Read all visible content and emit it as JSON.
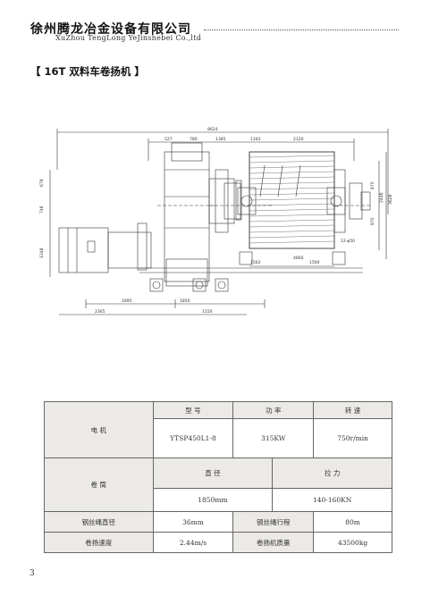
{
  "header": {
    "company_cn": "徐州腾龙冶金设备有限公司",
    "company_en": "XuZhou TengLong YeJinshebei Co.,ltd"
  },
  "section": {
    "title": "【 16T 双料车卷扬机 】"
  },
  "drawing": {
    "dims": {
      "overall": "8624",
      "d527": "527",
      "d780": "780",
      "d1385": "1385",
      "d1342": "1342",
      "d2120": "2120",
      "d4660": "4660",
      "d1562": "1562",
      "d1560": "1560",
      "d1895": "1895",
      "d1850": "1850",
      "d2365": "2365",
      "d1150": "1150",
      "d678": "678",
      "d748": "748",
      "d1348": "1348",
      "d870a": "870",
      "d2446": "2446",
      "d3628": "3628",
      "d870b": "870",
      "holes": "12-φ50"
    }
  },
  "table": {
    "motor_label": "电    机",
    "model_header": "型    号",
    "power_header": "功    率",
    "speed_header": "转    速",
    "motor_model": "YTSP450L1-8",
    "motor_power": "315KW",
    "motor_speed": "750r/min",
    "drum_label": "卷    筒",
    "diameter_header": "直    径",
    "pull_header": "拉    力",
    "drum_diameter": "1850mm",
    "drum_pull": "140-160KN",
    "rope_dia_label": "钢丝绳直径",
    "rope_dia_value": "36mm",
    "rope_cap_label": "钢丝绳行程",
    "rope_cap_value": "80m",
    "speed_label": "卷扬速度",
    "speed_value": "2.44m/s",
    "mass_label": "卷扬机质量",
    "mass_value": "43500kg"
  },
  "page": {
    "number": "3"
  }
}
